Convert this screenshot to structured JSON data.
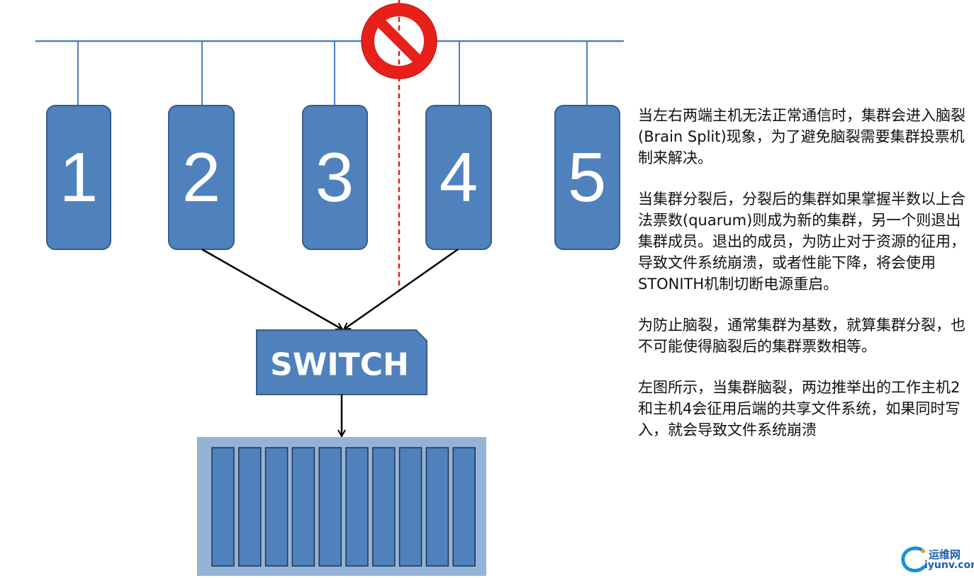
{
  "nodes": [
    {
      "label": "1"
    },
    {
      "label": "2"
    },
    {
      "label": "3"
    },
    {
      "label": "4"
    },
    {
      "label": "5"
    }
  ],
  "switch": {
    "label": "SWITCH"
  },
  "storage": {
    "disk_count": 10
  },
  "paragraphs": [
    "当左右两端主机无法正常通信时，集群会进入脑裂(Brain Split)现象，为了避免脑裂需要集群投票机制来解决。",
    "当集群分裂后，分裂后的集群如果掌握半数以上合法票数(quarum)则成为新的集群，另一个则退出集群成员。退出的成员，为防止对于资源的征用，导致文件系统崩溃，或者性能下降，将会使用STONITH机制切断电源重启。",
    "为防止脑裂，通常集群为基数，就算集群分裂，也不可能使得脑裂后的集群票数相等。",
    "左图所示，当集群脑裂，两边推举出的工作主机2和主机4会征用后端的共享文件系统，如果同时写入，就会导致文件系统崩溃"
  ],
  "watermark": {
    "name": "运维网",
    "url": "iyunv.com",
    "logo_icon": "c-swoosh-icon"
  },
  "colors": {
    "node_fill": "#4f81bd",
    "node_stroke": "#385d8a",
    "bus_line": "#4f81bd",
    "split_line": "#e02020",
    "prohibit_red": "#e8201a",
    "storage_bg": "#95b3d7",
    "arrow": "#000000"
  }
}
